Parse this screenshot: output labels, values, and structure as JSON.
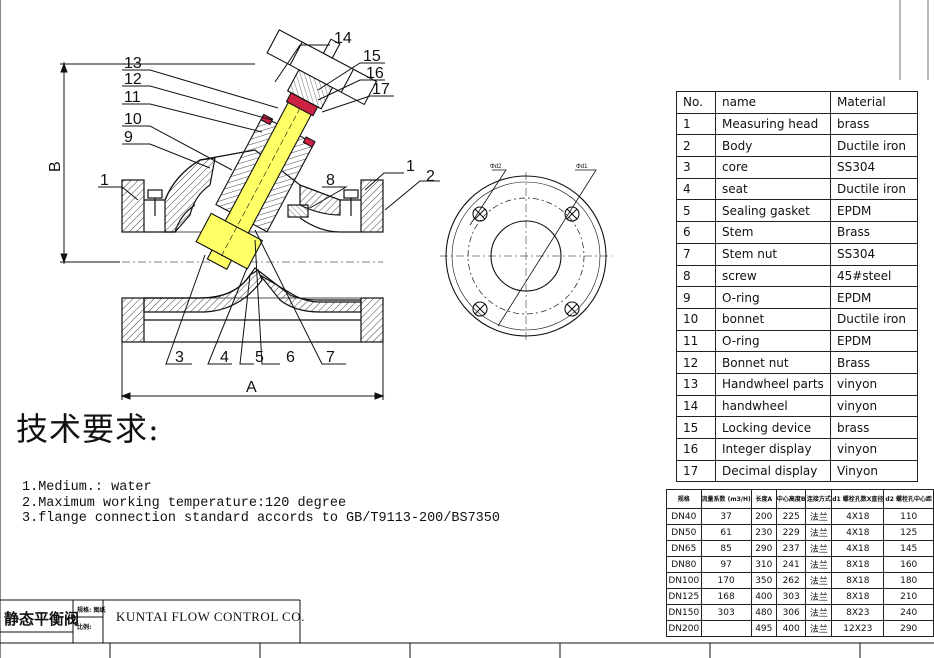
{
  "drawing": {
    "callouts": [
      "1",
      "2",
      "3",
      "4",
      "5",
      "6",
      "7",
      "8",
      "9",
      "10",
      "11",
      "12",
      "13",
      "14",
      "15",
      "16",
      "17"
    ],
    "dimensions": {
      "a": "A",
      "b": "B"
    },
    "flange_labels": {
      "d1": "Φd1",
      "d2": "Φd2"
    }
  },
  "parts_table": {
    "header": {
      "no": "No.",
      "name": "name",
      "material": "Material"
    },
    "rows": [
      {
        "no": "1",
        "name": "Measuring head",
        "material": "brass"
      },
      {
        "no": "2",
        "name": "Body",
        "material": "Ductile iron"
      },
      {
        "no": "3",
        "name": "core",
        "material": "SS304"
      },
      {
        "no": "4",
        "name": "seat",
        "material": "Ductile iron"
      },
      {
        "no": "5",
        "name": "Sealing gasket",
        "material": "EPDM"
      },
      {
        "no": "6",
        "name": "Stem",
        "material": "Brass"
      },
      {
        "no": "7",
        "name": "Stem nut",
        "material": "SS304"
      },
      {
        "no": "8",
        "name": "screw",
        "material": "45#steel"
      },
      {
        "no": "9",
        "name": "O-ring",
        "material": "EPDM"
      },
      {
        "no": "10",
        "name": "bonnet",
        "material": "Ductile iron"
      },
      {
        "no": "11",
        "name": "O-ring",
        "material": "EPDM"
      },
      {
        "no": "12",
        "name": "Bonnet nut",
        "material": "Brass"
      },
      {
        "no": "13",
        "name": "Handwheel parts",
        "material": "vinyon"
      },
      {
        "no": "14",
        "name": "handwheel",
        "material": "vinyon"
      },
      {
        "no": "15",
        "name": "Locking device",
        "material": "brass"
      },
      {
        "no": "16",
        "name": "Integer display",
        "material": "vinyon"
      },
      {
        "no": "17",
        "name": "Decimal display",
        "material": "Vinyon"
      }
    ]
  },
  "size_table": {
    "header": [
      "规格",
      "流量系数 (m3/H)",
      "长度A",
      "中心高度B",
      "连接方式",
      "d1 螺栓孔数X直径",
      "d2 螺栓孔中心距"
    ],
    "rows": [
      [
        "DN40",
        "37",
        "200",
        "225",
        "法兰",
        "4X18",
        "110"
      ],
      [
        "DN50",
        "61",
        "230",
        "229",
        "法兰",
        "4X18",
        "125"
      ],
      [
        "DN65",
        "85",
        "290",
        "237",
        "法兰",
        "4X18",
        "145"
      ],
      [
        "DN80",
        "97",
        "310",
        "241",
        "法兰",
        "8X18",
        "160"
      ],
      [
        "DN100",
        "170",
        "350",
        "262",
        "法兰",
        "8X18",
        "180"
      ],
      [
        "DN125",
        "168",
        "400",
        "303",
        "法兰",
        "8X18",
        "210"
      ],
      [
        "DN150",
        "303",
        "480",
        "306",
        "法兰",
        "8X23",
        "240"
      ],
      [
        "DN200",
        "",
        "495",
        "400",
        "法兰",
        "12X23",
        "290"
      ]
    ]
  },
  "tech_requirements": {
    "title": "技术要求:",
    "items": [
      "1.Medium.: water",
      "2.Maximum working temperature:120 degree",
      "3.flange connection standard accords to GB/T9113-200/BS7350"
    ]
  },
  "title_block": {
    "title": "静态平衡阀",
    "small_1": "规格: 图纸",
    "small_2": "比例:",
    "company": "KUNTAI FLOW CONTROL CO."
  },
  "colors": {
    "line": "#111111",
    "core_yellow": "#ffff66",
    "seal_red": "#cc2244",
    "hatch": "#444444"
  }
}
